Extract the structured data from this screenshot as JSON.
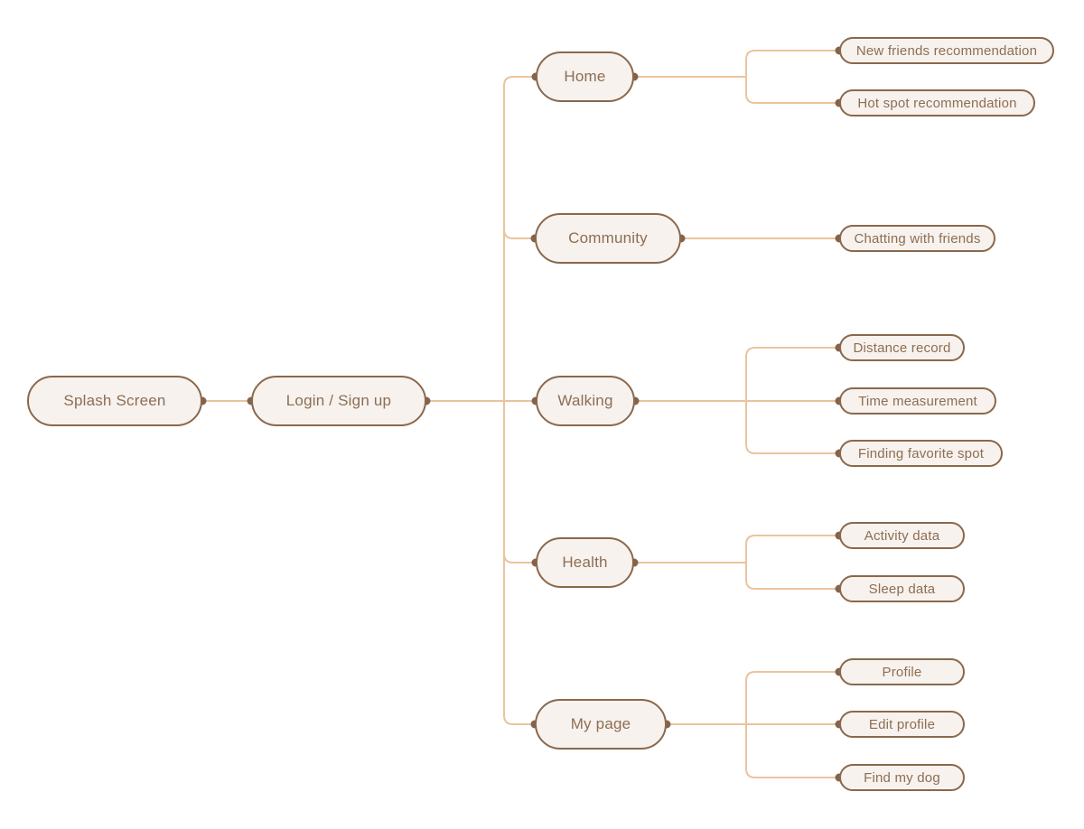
{
  "diagram_type": "app-sitemap-flowchart",
  "colors": {
    "background": "#ffffff",
    "node_fill": "#f7f2ee",
    "node_border": "#8a684c",
    "node_text": "#8d6e53",
    "connector_line": "#eac49d",
    "connection_dot": "#84634a"
  },
  "flow": {
    "splash": {
      "label": "Splash Screen"
    },
    "login": {
      "label": "Login / Sign up"
    },
    "sections": [
      {
        "label": "Home",
        "children": [
          "New friends recommendation",
          "Hot spot recommendation"
        ]
      },
      {
        "label": "Community",
        "children": [
          "Chatting with friends"
        ]
      },
      {
        "label": "Walking",
        "children": [
          "Distance record",
          "Time measurement",
          "Finding favorite spot"
        ]
      },
      {
        "label": "Health",
        "children": [
          "Activity data",
          "Sleep data"
        ]
      },
      {
        "label": "My page",
        "children": [
          "Profile",
          "Edit profile",
          "Find my dog"
        ]
      }
    ]
  }
}
